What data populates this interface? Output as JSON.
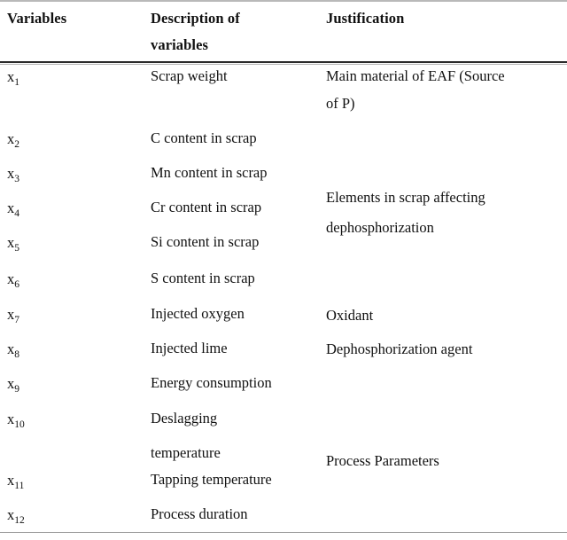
{
  "document": {
    "kind": "academic-table",
    "columns": [
      {
        "key": "variables",
        "header": "Variables"
      },
      {
        "key": "description",
        "header": "Description of variables"
      },
      {
        "key": "justification",
        "header": "Justification"
      }
    ],
    "header_lines": {
      "col1": "Variables",
      "col2_line1": "Description of",
      "col2_line2": "variables",
      "col3": "Justification"
    },
    "rows": [
      {
        "symbol": "x",
        "subscript": "1",
        "description": "Scrap weight"
      },
      {
        "symbol": "x",
        "subscript": "2",
        "description": "C content in scrap"
      },
      {
        "symbol": "x",
        "subscript": "3",
        "description": "Mn content in scrap"
      },
      {
        "symbol": "x",
        "subscript": "4",
        "description": "Cr content in scrap"
      },
      {
        "symbol": "x",
        "subscript": "5",
        "description": "Si content in scrap"
      },
      {
        "symbol": "x",
        "subscript": "6",
        "description": "S content in scrap"
      },
      {
        "symbol": "x",
        "subscript": "7",
        "description": "Injected oxygen"
      },
      {
        "symbol": "x",
        "subscript": "8",
        "description": "Injected lime"
      },
      {
        "symbol": "x",
        "subscript": "9",
        "description": "Energy consumption"
      },
      {
        "symbol": "x",
        "subscript": "10",
        "description": "Deslagging temperature",
        "description_line1": "Deslagging",
        "description_line2": "temperature"
      },
      {
        "symbol": "x",
        "subscript": "11",
        "description": "Tapping temperature"
      },
      {
        "symbol": "x",
        "subscript": "12",
        "description": "Process duration"
      }
    ],
    "justifications": [
      {
        "text": "Main material of EAF (Source of P)",
        "line1": "Main material of EAF (Source",
        "line2": "of P)",
        "spans_rows": "x1"
      },
      {
        "text": "Elements in scrap affecting dephosphorization",
        "line1": "Elements in scrap affecting",
        "line2": "dephosphorization",
        "spans_rows": "x3-x6"
      },
      {
        "text": "Oxidant",
        "spans_rows": "x7"
      },
      {
        "text": "Dephosphorization agent",
        "spans_rows": "x8"
      },
      {
        "text": "Process Parameters",
        "spans_rows": "x9-x12"
      }
    ],
    "colors": {
      "text": "#111111",
      "rule_dark": "#2b2b2b",
      "rule_light": "#b3b3b3",
      "background": "#ffffff"
    }
  }
}
